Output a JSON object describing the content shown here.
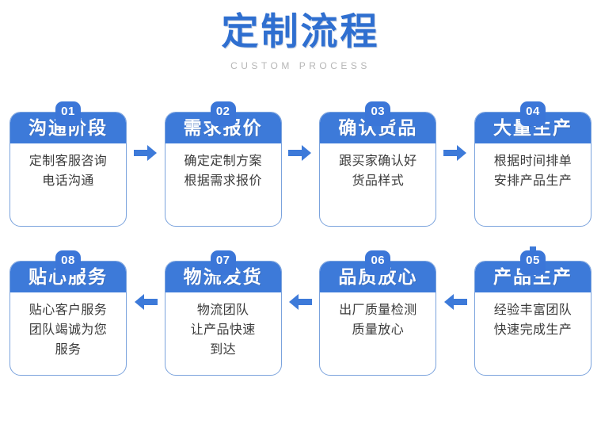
{
  "header": {
    "title": "定制流程",
    "subtitle": "CUSTOM PROCESS"
  },
  "colors": {
    "brand_blue": "#3d7ad9",
    "badge_blue": "#3b76d8",
    "title_blue": "#2f6fd0",
    "card_border": "#7ba3dd",
    "arrow_blue": "#3d7ad9",
    "subtitle_gray": "#b6b6b6",
    "body_text": "#3a3a3a",
    "background": "#ffffff"
  },
  "flow": {
    "top_row": [
      {
        "number": "01",
        "title": "沟通阶段",
        "lines": [
          "定制客服咨询",
          "电话沟通"
        ]
      },
      {
        "number": "02",
        "title": "需求报价",
        "lines": [
          "确定定制方案",
          "根据需求报价"
        ]
      },
      {
        "number": "03",
        "title": "确认货品",
        "lines": [
          "跟买家确认好",
          "货品样式"
        ]
      },
      {
        "number": "04",
        "title": "大量生产",
        "lines": [
          "根据时间排单",
          "安排产品生产"
        ]
      }
    ],
    "bottom_row": [
      {
        "number": "08",
        "title": "贴心服务",
        "lines": [
          "贴心客户服务",
          "团队竭诚为您",
          "服务"
        ]
      },
      {
        "number": "07",
        "title": "物流发货",
        "lines": [
          "物流团队",
          "让产品快速",
          "到达"
        ]
      },
      {
        "number": "06",
        "title": "品质放心",
        "lines": [
          "出厂质量检测",
          "质量放心"
        ]
      },
      {
        "number": "05",
        "title": "产品生产",
        "lines": [
          "经验丰富团队",
          "快速完成生产"
        ]
      }
    ],
    "arrows": {
      "top_direction": "right",
      "bottom_direction": "left",
      "connector_direction": "down",
      "top_count": 3,
      "bottom_count": 3,
      "connector_count": 1
    }
  }
}
